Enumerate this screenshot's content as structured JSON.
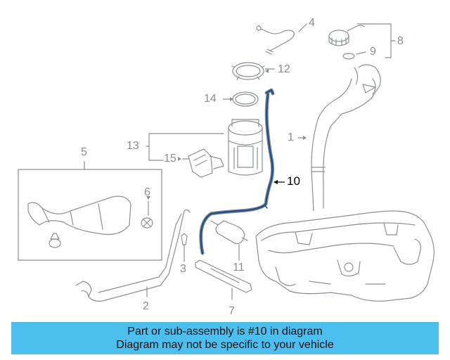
{
  "callouts": [
    {
      "id": "1",
      "label": "1"
    },
    {
      "id": "2",
      "label": "2"
    },
    {
      "id": "3",
      "label": "3"
    },
    {
      "id": "4",
      "label": "4"
    },
    {
      "id": "5",
      "label": "5"
    },
    {
      "id": "6",
      "label": "6"
    },
    {
      "id": "7",
      "label": "7"
    },
    {
      "id": "8",
      "label": "8"
    },
    {
      "id": "9",
      "label": "9"
    },
    {
      "id": "10",
      "label": "10"
    },
    {
      "id": "11",
      "label": "11"
    },
    {
      "id": "12",
      "label": "12"
    },
    {
      "id": "13",
      "label": "13"
    },
    {
      "id": "14",
      "label": "14"
    },
    {
      "id": "15",
      "label": "15"
    }
  ],
  "highlighted_part": "10",
  "banner": {
    "line1": "Part or sub-assembly is #10 in diagram",
    "line2": "Diagram may not be specific to your vehicle",
    "color": "#4dbfee"
  },
  "colors": {
    "line_art": "#8a8f96",
    "highlight": "#1e4f8a"
  }
}
